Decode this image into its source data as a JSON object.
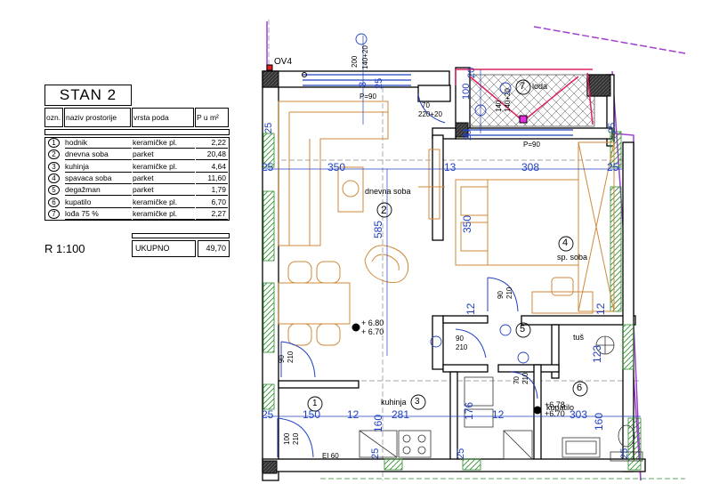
{
  "legend": {
    "title": "STAN  2",
    "headers": [
      "ozn.",
      "naziv prostorije",
      "vrsta poda",
      "P u m²"
    ],
    "rooms": [
      {
        "no": "1",
        "name": "hodnik",
        "floor": "keramičke pl.",
        "area": "2,22"
      },
      {
        "no": "2",
        "name": "dnevna soba",
        "floor": "parket",
        "area": "20,48"
      },
      {
        "no": "3",
        "name": "kuhinja",
        "floor": "keramičke pl.",
        "area": "4,64"
      },
      {
        "no": "4",
        "name": "spavaca soba",
        "floor": "parket",
        "area": "11,60"
      },
      {
        "no": "5",
        "name": "degažman",
        "floor": "parket",
        "area": "1,79"
      },
      {
        "no": "6",
        "name": "kupatilo",
        "floor": "keramičke pl.",
        "area": "6,70"
      },
      {
        "no": "7",
        "name": "lođa 75 %",
        "floor": "keramičke pl.",
        "area": "2,27"
      }
    ],
    "total_label": "UKUPNO",
    "total_value": "49,70"
  },
  "scale": "R 1:100",
  "plan": {
    "room_labels": {
      "living": "dnevna soba",
      "bedroom": "sp. soba",
      "kitchen": "kuhinja",
      "bath": "kupatilo",
      "loggia": "loda",
      "shower": "tuš"
    },
    "window_tag": "OV4",
    "elevations": {
      "living_a": "+ 6.80",
      "living_b": "+ 6.70",
      "bath_a": "+6.78",
      "bath_b": "+6.70"
    },
    "dimensions": {
      "top_w": "200",
      "top_h": "140+20",
      "loggia_w": "100",
      "loggia_b": "20",
      "window_pr": "P=90",
      "door_loggia_a": "70",
      "door_loggia_b": "220+20",
      "loggia_side_a": "140",
      "loggia_side_b": "140+20",
      "window_pr2": "P=90",
      "living_w": "350",
      "wall_13": "13",
      "bed_w": "308",
      "wall_25a": "25",
      "wall_25b": "25",
      "wall_25c": "25",
      "living_h": "585",
      "bed_h": "350",
      "wall_12a": "12",
      "wall_12b": "12",
      "wall_12c": "12",
      "wall_12d": "12",
      "door_bed_a": "90",
      "door_bed_b": "210",
      "door_deg_a": "90",
      "door_deg_b": "210",
      "door_hall_a": "90",
      "door_hall_b": "210",
      "door_bath_a": "70",
      "door_bath_b": "210",
      "shower_w": "123",
      "hall_w": "150",
      "kitchen_w": "281",
      "bath_w": "303",
      "wall_176": "176",
      "wall_160a": "160",
      "wall_160b": "160",
      "entry_a": "100",
      "entry_b": "210",
      "ei": "EI 60",
      "bottom_25a": "25",
      "bottom_25b": "25",
      "bottom_25c": "25",
      "wall_25d": "25",
      "wall_25e": "25",
      "top_3": "3",
      "top_20": "20",
      "top_25": "25"
    },
    "markers": [
      "1",
      "2",
      "3",
      "4",
      "5",
      "6",
      "7"
    ]
  }
}
